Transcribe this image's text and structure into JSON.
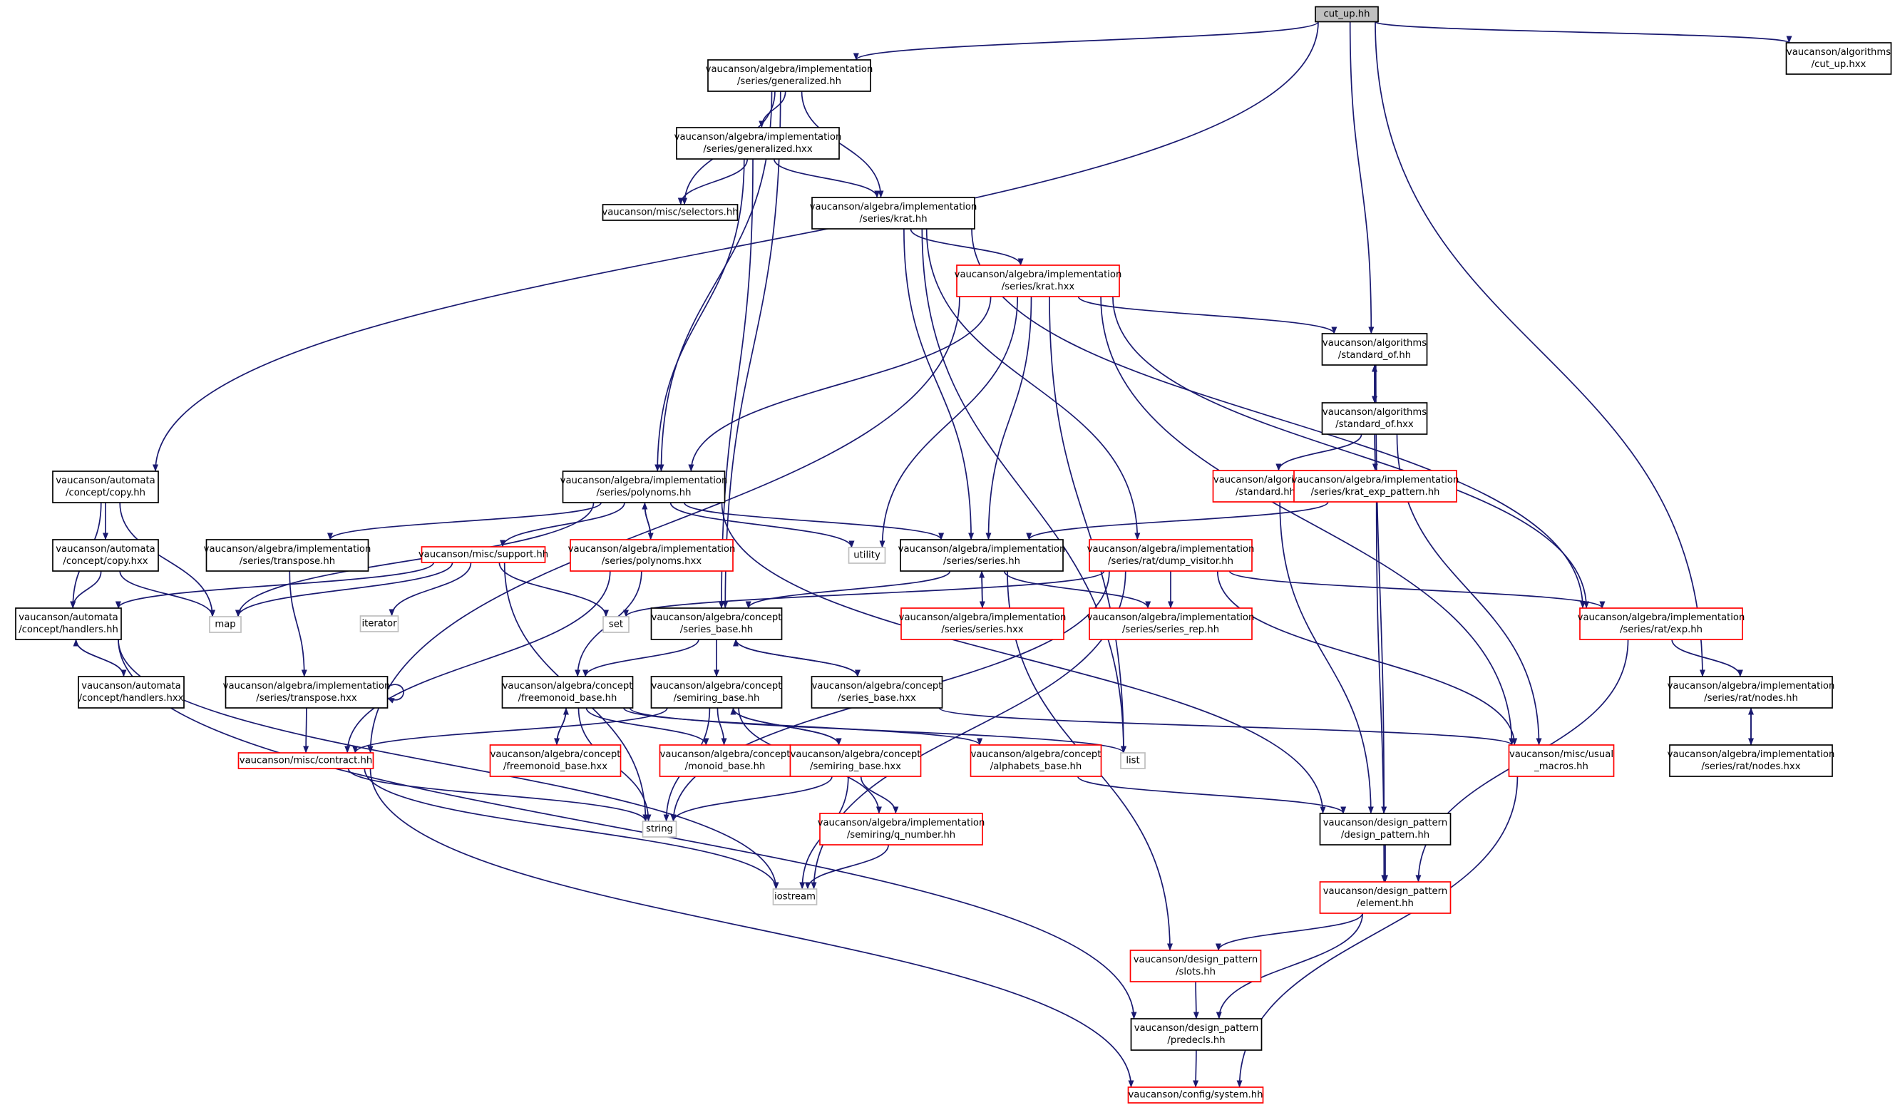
{
  "colors": {
    "edge": "#191970",
    "node_border_black": "#000000",
    "node_border_red": "#ff0000",
    "node_border_gray": "#bfbfbf",
    "root_fill": "#bfbfbf",
    "background": "#ffffff"
  },
  "nodes": [
    {
      "id": "cut_up_hh",
      "lines": [
        "cut_up.hh"
      ],
      "border": "root"
    },
    {
      "id": "gen_hh",
      "lines": [
        "vaucanson/algebra/implementation",
        "/series/generalized.hh"
      ],
      "border": "black"
    },
    {
      "id": "alg_cut_up_hxx",
      "lines": [
        "vaucanson/algorithms",
        "/cut_up.hxx"
      ],
      "border": "black"
    },
    {
      "id": "gen_hxx",
      "lines": [
        "vaucanson/algebra/implementation",
        "/series/generalized.hxx"
      ],
      "border": "black"
    },
    {
      "id": "selectors",
      "lines": [
        "vaucanson/misc/selectors.hh"
      ],
      "border": "black"
    },
    {
      "id": "krat_hh",
      "lines": [
        "vaucanson/algebra/implementation",
        "/series/krat.hh"
      ],
      "border": "black"
    },
    {
      "id": "krat_hxx",
      "lines": [
        "vaucanson/algebra/implementation",
        "/series/krat.hxx"
      ],
      "border": "red"
    },
    {
      "id": "std_of_hh",
      "lines": [
        "vaucanson/algorithms",
        "/standard_of.hh"
      ],
      "border": "black"
    },
    {
      "id": "std_of_hxx",
      "lines": [
        "vaucanson/algorithms",
        "/standard_of.hxx"
      ],
      "border": "black"
    },
    {
      "id": "standard_hh",
      "lines": [
        "vaucanson/algorithms",
        "/standard.hh"
      ],
      "border": "red"
    },
    {
      "id": "krat_exp_pattern",
      "lines": [
        "vaucanson/algebra/implementation",
        "/series/krat_exp_pattern.hh"
      ],
      "border": "red"
    },
    {
      "id": "copy_hh",
      "lines": [
        "vaucanson/automata",
        "/concept/copy.hh"
      ],
      "border": "black"
    },
    {
      "id": "copy_hxx",
      "lines": [
        "vaucanson/automata",
        "/concept/copy.hxx"
      ],
      "border": "black"
    },
    {
      "id": "handlers_hh",
      "lines": [
        "vaucanson/automata",
        "/concept/handlers.hh"
      ],
      "border": "black"
    },
    {
      "id": "handlers_hxx",
      "lines": [
        "vaucanson/automata",
        "/concept/handlers.hxx"
      ],
      "border": "black"
    },
    {
      "id": "map",
      "lines": [
        "map"
      ],
      "border": "gray"
    },
    {
      "id": "polynoms_hh",
      "lines": [
        "vaucanson/algebra/implementation",
        "/series/polynoms.hh"
      ],
      "border": "black"
    },
    {
      "id": "transpose_hh",
      "lines": [
        "vaucanson/algebra/implementation",
        "/series/transpose.hh"
      ],
      "border": "black"
    },
    {
      "id": "transpose_hxx",
      "lines": [
        "vaucanson/algebra/implementation",
        "/series/transpose.hxx"
      ],
      "border": "black"
    },
    {
      "id": "support_hh",
      "lines": [
        "vaucanson/misc/support.hh"
      ],
      "border": "red"
    },
    {
      "id": "iterator",
      "lines": [
        "iterator"
      ],
      "border": "gray"
    },
    {
      "id": "polynoms_hxx",
      "lines": [
        "vaucanson/algebra/implementation",
        "/series/polynoms.hxx"
      ],
      "border": "red"
    },
    {
      "id": "set",
      "lines": [
        "set"
      ],
      "border": "gray"
    },
    {
      "id": "utility",
      "lines": [
        "utility"
      ],
      "border": "gray"
    },
    {
      "id": "series_hh",
      "lines": [
        "vaucanson/algebra/implementation",
        "/series/series.hh"
      ],
      "border": "black"
    },
    {
      "id": "series_hxx",
      "lines": [
        "vaucanson/algebra/implementation",
        "/series/series.hxx"
      ],
      "border": "red"
    },
    {
      "id": "dump_visitor",
      "lines": [
        "vaucanson/algebra/implementation",
        "/series/rat/dump_visitor.hh"
      ],
      "border": "red"
    },
    {
      "id": "series_rep",
      "lines": [
        "vaucanson/algebra/implementation",
        "/series/series_rep.hh"
      ],
      "border": "red"
    },
    {
      "id": "exp_hh",
      "lines": [
        "vaucanson/algebra/implementation",
        "/series/rat/exp.hh"
      ],
      "border": "red"
    },
    {
      "id": "nodes_hh",
      "lines": [
        "vaucanson/algebra/implementation",
        "/series/rat/nodes.hh"
      ],
      "border": "black"
    },
    {
      "id": "nodes_hxx",
      "lines": [
        "vaucanson/algebra/implementation",
        "/series/rat/nodes.hxx"
      ],
      "border": "black"
    },
    {
      "id": "series_base_hh",
      "lines": [
        "vaucanson/algebra/concept",
        "/series_base.hh"
      ],
      "border": "black"
    },
    {
      "id": "series_base_hxx",
      "lines": [
        "vaucanson/algebra/concept",
        "/series_base.hxx"
      ],
      "border": "black"
    },
    {
      "id": "freemonoid_hh",
      "lines": [
        "vaucanson/algebra/concept",
        "/freemonoid_base.hh"
      ],
      "border": "black"
    },
    {
      "id": "freemonoid_hxx",
      "lines": [
        "vaucanson/algebra/concept",
        "/freemonoid_base.hxx"
      ],
      "border": "red"
    },
    {
      "id": "monoid_base",
      "lines": [
        "vaucanson/algebra/concept",
        "/monoid_base.hh"
      ],
      "border": "red"
    },
    {
      "id": "semiring_hh",
      "lines": [
        "vaucanson/algebra/concept",
        "/semiring_base.hh"
      ],
      "border": "black"
    },
    {
      "id": "semiring_hxx",
      "lines": [
        "vaucanson/algebra/concept",
        "/semiring_base.hxx"
      ],
      "border": "red"
    },
    {
      "id": "alphabets_base",
      "lines": [
        "vaucanson/algebra/concept",
        "/alphabets_base.hh"
      ],
      "border": "red"
    },
    {
      "id": "list",
      "lines": [
        "list"
      ],
      "border": "gray"
    },
    {
      "id": "usual_macros",
      "lines": [
        "vaucanson/misc/usual",
        "_macros.hh"
      ],
      "border": "red"
    },
    {
      "id": "contract",
      "lines": [
        "vaucanson/misc/contract.hh"
      ],
      "border": "red"
    },
    {
      "id": "string",
      "lines": [
        "string"
      ],
      "border": "gray"
    },
    {
      "id": "q_number",
      "lines": [
        "vaucanson/algebra/implementation",
        "/semiring/q_number.hh"
      ],
      "border": "red"
    },
    {
      "id": "iostream",
      "lines": [
        "iostream"
      ],
      "border": "gray"
    },
    {
      "id": "design_pattern",
      "lines": [
        "vaucanson/design_pattern",
        "/design_pattern.hh"
      ],
      "border": "black"
    },
    {
      "id": "element_hh",
      "lines": [
        "vaucanson/design_pattern",
        "/element.hh"
      ],
      "border": "red"
    },
    {
      "id": "slots_hh",
      "lines": [
        "vaucanson/design_pattern",
        "/slots.hh"
      ],
      "border": "red"
    },
    {
      "id": "predecls",
      "lines": [
        "vaucanson/design_pattern",
        "/predecls.hh"
      ],
      "border": "black"
    },
    {
      "id": "system_hh",
      "lines": [
        "vaucanson/config/system.hh"
      ],
      "border": "red"
    }
  ],
  "edges": [
    [
      "cut_up_hh",
      "gen_hh"
    ],
    [
      "cut_up_hh",
      "alg_cut_up_hxx"
    ],
    [
      "cut_up_hh",
      "copy_hh"
    ],
    [
      "cut_up_hh",
      "std_of_hh"
    ],
    [
      "cut_up_hh",
      "nodes_hh"
    ],
    [
      "gen_hh",
      "gen_hxx"
    ],
    [
      "gen_hh",
      "selectors"
    ],
    [
      "gen_hh",
      "krat_hh"
    ],
    [
      "gen_hh",
      "polynoms_hh"
    ],
    [
      "gen_hh",
      "series_base_hh"
    ],
    [
      "gen_hxx",
      "selectors"
    ],
    [
      "gen_hxx",
      "krat_hh"
    ],
    [
      "gen_hxx",
      "polynoms_hh"
    ],
    [
      "gen_hxx",
      "series_base_hh"
    ],
    [
      "krat_hh",
      "krat_hxx"
    ],
    [
      "krat_hh",
      "series_hh"
    ],
    [
      "krat_hh",
      "dump_visitor"
    ],
    [
      "krat_hh",
      "exp_hh"
    ],
    [
      "krat_hh",
      "list"
    ],
    [
      "krat_hxx",
      "std_of_hh"
    ],
    [
      "krat_hxx",
      "polynoms_hh"
    ],
    [
      "krat_hxx",
      "series_hh"
    ],
    [
      "krat_hxx",
      "utility"
    ],
    [
      "krat_hxx",
      "contract"
    ],
    [
      "krat_hxx",
      "exp_hh"
    ],
    [
      "krat_hxx",
      "usual_macros"
    ],
    [
      "krat_hxx",
      "list"
    ],
    [
      "std_of_hh",
      "std_of_hxx"
    ],
    [
      "std_of_hxx",
      "std_of_hh"
    ],
    [
      "std_of_hh",
      "design_pattern"
    ],
    [
      "std_of_hxx",
      "standard_hh"
    ],
    [
      "std_of_hxx",
      "krat_exp_pattern"
    ],
    [
      "std_of_hxx",
      "usual_macros"
    ],
    [
      "standard_hh",
      "design_pattern"
    ],
    [
      "krat_exp_pattern",
      "series_hh"
    ],
    [
      "krat_exp_pattern",
      "element_hh"
    ],
    [
      "copy_hh",
      "copy_hxx"
    ],
    [
      "copy_hh",
      "handlers_hh"
    ],
    [
      "copy_hh",
      "map"
    ],
    [
      "copy_hxx",
      "handlers_hh"
    ],
    [
      "copy_hxx",
      "map"
    ],
    [
      "handlers_hh",
      "handlers_hxx"
    ],
    [
      "handlers_hxx",
      "handlers_hh"
    ],
    [
      "handlers_hh",
      "iostream"
    ],
    [
      "handlers_hh",
      "predecls"
    ],
    [
      "polynoms_hh",
      "map"
    ],
    [
      "polynoms_hh",
      "transpose_hh"
    ],
    [
      "polynoms_hh",
      "support_hh"
    ],
    [
      "polynoms_hh",
      "polynoms_hxx"
    ],
    [
      "polynoms_hxx",
      "polynoms_hh"
    ],
    [
      "polynoms_hh",
      "utility"
    ],
    [
      "polynoms_hh",
      "series_hh"
    ],
    [
      "polynoms_hh",
      "design_pattern"
    ],
    [
      "polynoms_hxx",
      "freemonoid_hh"
    ],
    [
      "polynoms_hxx",
      "contract"
    ],
    [
      "transpose_hh",
      "transpose_hxx"
    ],
    [
      "transpose_hxx",
      "transpose_hxx"
    ],
    [
      "transpose_hxx",
      "contract"
    ],
    [
      "support_hh",
      "handlers_hh"
    ],
    [
      "support_hh",
      "map"
    ],
    [
      "support_hh",
      "iterator"
    ],
    [
      "support_hh",
      "set"
    ],
    [
      "support_hh",
      "string"
    ],
    [
      "series_hh",
      "series_hxx"
    ],
    [
      "series_hxx",
      "series_hh"
    ],
    [
      "series_hh",
      "series_base_hh"
    ],
    [
      "series_hh",
      "series_rep"
    ],
    [
      "series_hh",
      "slots_hh"
    ],
    [
      "dump_visitor",
      "set"
    ],
    [
      "dump_visitor",
      "series_rep"
    ],
    [
      "dump_visitor",
      "exp_hh"
    ],
    [
      "dump_visitor",
      "usual_macros"
    ],
    [
      "dump_visitor",
      "string"
    ],
    [
      "dump_visitor",
      "iostream"
    ],
    [
      "exp_hh",
      "nodes_hh"
    ],
    [
      "exp_hh",
      "element_hh"
    ],
    [
      "nodes_hh",
      "nodes_hxx"
    ],
    [
      "nodes_hxx",
      "nodes_hh"
    ],
    [
      "series_base_hh",
      "freemonoid_hh"
    ],
    [
      "series_base_hh",
      "semiring_hh"
    ],
    [
      "series_base_hh",
      "series_base_hxx"
    ],
    [
      "series_base_hxx",
      "series_base_hh"
    ],
    [
      "series_base_hxx",
      "usual_macros"
    ],
    [
      "freemonoid_hh",
      "freemonoid_hxx"
    ],
    [
      "freemonoid_hxx",
      "freemonoid_hh"
    ],
    [
      "freemonoid_hh",
      "monoid_base"
    ],
    [
      "freemonoid_hh",
      "alphabets_base"
    ],
    [
      "freemonoid_hh",
      "list"
    ],
    [
      "freemonoid_hh",
      "string"
    ],
    [
      "semiring_hh",
      "semiring_hxx"
    ],
    [
      "semiring_hxx",
      "semiring_hh"
    ],
    [
      "semiring_hh",
      "monoid_base"
    ],
    [
      "semiring_hh",
      "string"
    ],
    [
      "semiring_hh",
      "q_number"
    ],
    [
      "semiring_hh",
      "contract"
    ],
    [
      "semiring_hxx",
      "q_number"
    ],
    [
      "semiring_hxx",
      "string"
    ],
    [
      "semiring_hxx",
      "iostream"
    ],
    [
      "alphabets_base",
      "design_pattern"
    ],
    [
      "usual_macros",
      "system_hh"
    ],
    [
      "contract",
      "string"
    ],
    [
      "contract",
      "iostream"
    ],
    [
      "contract",
      "system_hh"
    ],
    [
      "q_number",
      "iostream"
    ],
    [
      "design_pattern",
      "element_hh"
    ],
    [
      "element_hh",
      "slots_hh"
    ],
    [
      "element_hh",
      "predecls"
    ],
    [
      "slots_hh",
      "predecls"
    ],
    [
      "predecls",
      "system_hh"
    ]
  ]
}
